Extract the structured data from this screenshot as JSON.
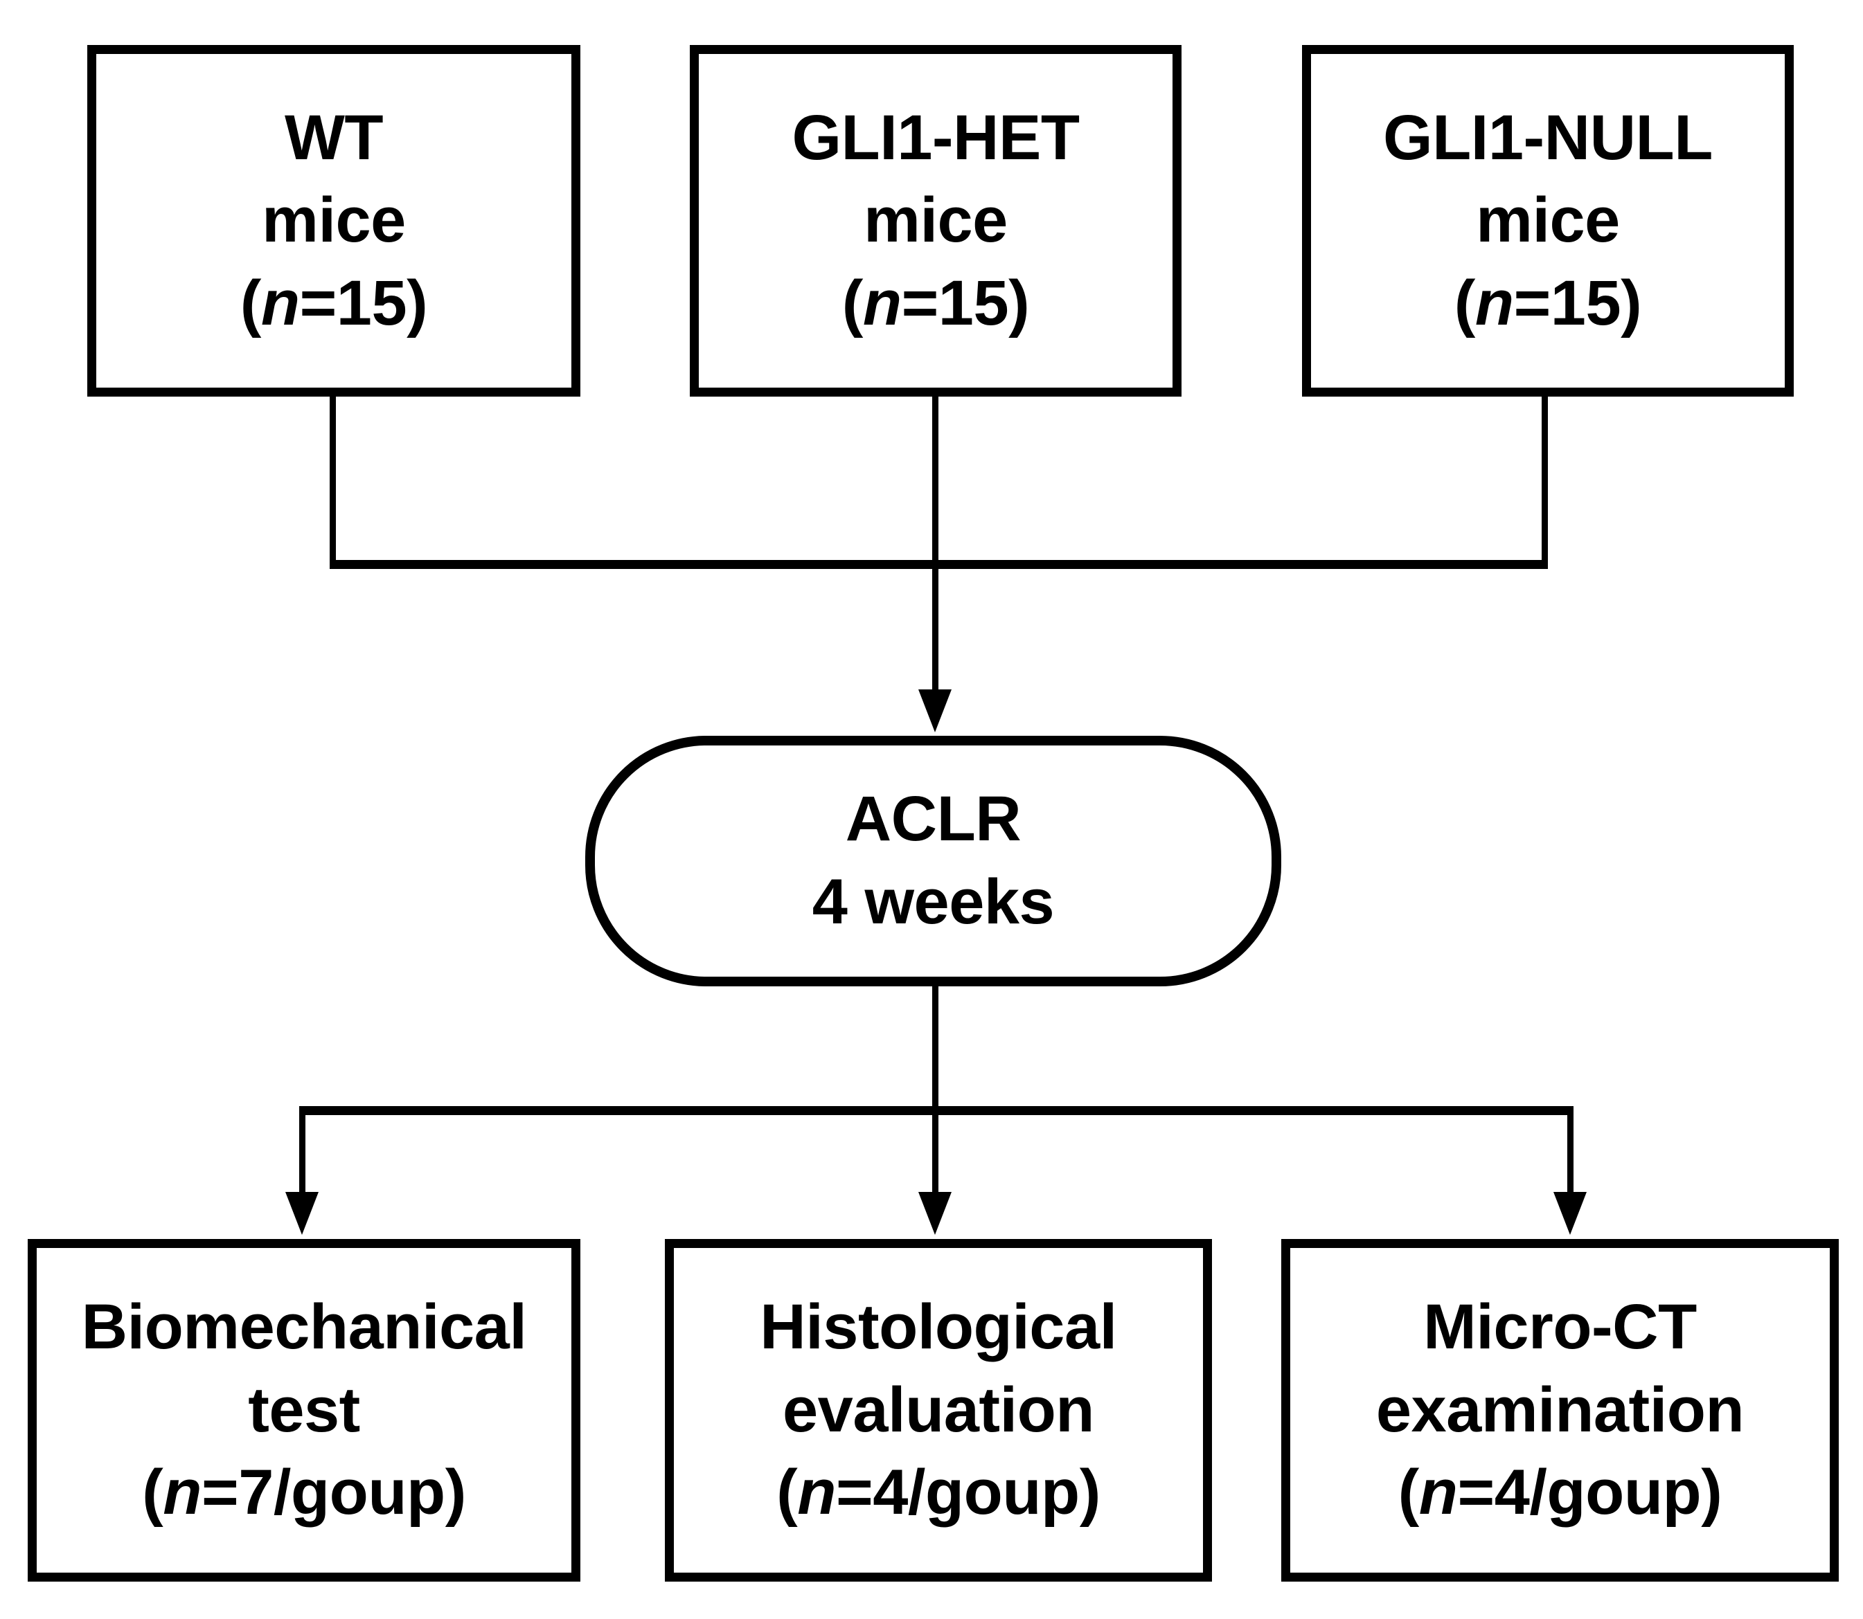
{
  "figure": {
    "type": "flowchart",
    "title": "Experimental study design flowchart",
    "orientation": "top-to-bottom",
    "colors": {
      "stroke": "#000000",
      "fill": "#ffffff",
      "text": "#000000"
    }
  },
  "groups": [
    {
      "id": "wt",
      "shape": "rectangle",
      "line1": "WT",
      "line2": "mice",
      "n_prefix": "(",
      "n_italic": "n",
      "n_value": "=15)"
    },
    {
      "id": "gli1-het",
      "shape": "rectangle",
      "line1": "GLI1-HET",
      "line2": "mice",
      "n_prefix": "(",
      "n_italic": "n",
      "n_value": "=15)"
    },
    {
      "id": "gli1-null",
      "shape": "rectangle",
      "line1": "GLI1-NULL",
      "line2": "mice",
      "n_prefix": "(",
      "n_italic": "n",
      "n_value": "=15)"
    }
  ],
  "procedure": {
    "id": "aclr",
    "shape": "rounded-rectangle",
    "line1": "ACLR",
    "line2": "4 weeks"
  },
  "outcomes": [
    {
      "id": "biomechanical-test",
      "shape": "rectangle",
      "line1": "Biomechanical",
      "line2": "test",
      "n_prefix": "(",
      "n_italic": "n",
      "n_value": "=7/goup)"
    },
    {
      "id": "histological-evaluation",
      "shape": "rectangle",
      "line1": "Histological",
      "line2": "evaluation",
      "n_prefix": "(",
      "n_italic": "n",
      "n_value": "=4/goup)"
    },
    {
      "id": "micro-ct-examination",
      "shape": "rectangle",
      "line1": "Micro-CT",
      "line2": "examination",
      "n_prefix": "(",
      "n_italic": "n",
      "n_value": "=4/goup)"
    }
  ]
}
